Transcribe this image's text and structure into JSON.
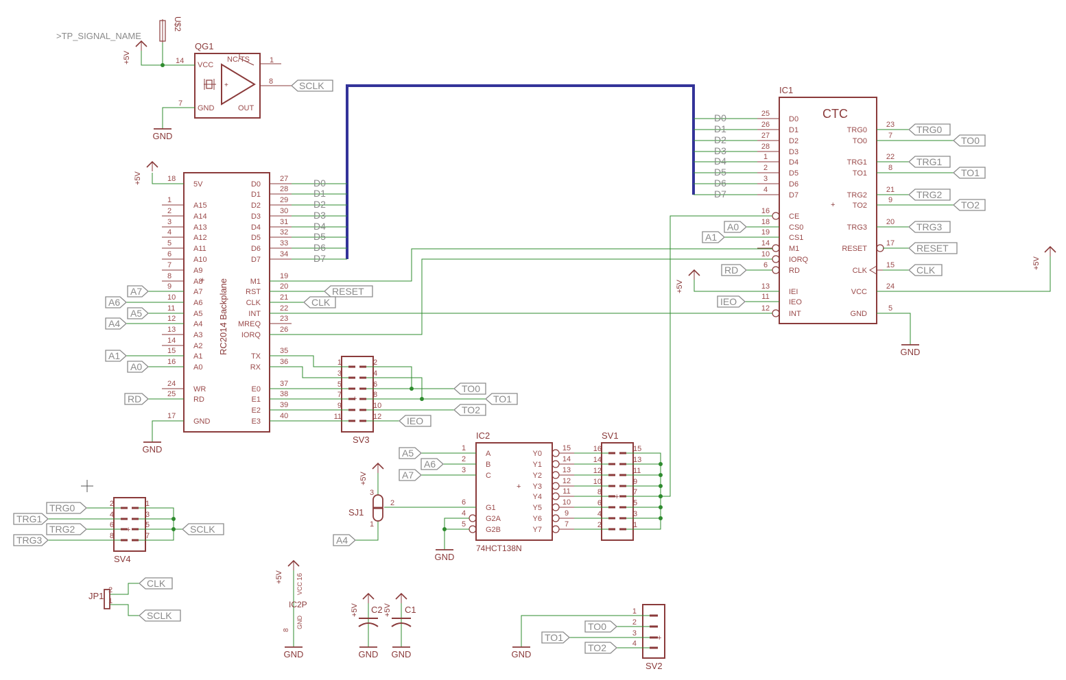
{
  "labels": {
    "tp_signal": ">TP_SIGNAL_NAME",
    "us2": "U$2",
    "qg1": "QG1",
    "ic1": "IC1",
    "ic2": "IC2",
    "ic2p": "IC2P",
    "ctc": "CTC",
    "backplane": "RC2014 Backplane",
    "ic2_part": "74HCT138N",
    "sv1": "SV1",
    "sv2": "SV2",
    "sv3": "SV3",
    "sv4": "SV4",
    "sj1": "SJ1",
    "jp1": "JP1",
    "c1": "C1",
    "c2": "C2",
    "plus5v": "+5V",
    "gnd": "GND",
    "vcc": "VCC"
  },
  "qg1_pins": {
    "vcc": "VCC",
    "gnd": "GND",
    "out": "OUT",
    "ncts": "NC/TS",
    "n14": "14",
    "n7": "7",
    "n8": "8",
    "n1": "1"
  },
  "backplane_left": [
    {
      "n": "18",
      "l": "5V"
    },
    {
      "n": "1",
      "l": "A15"
    },
    {
      "n": "2",
      "l": "A14"
    },
    {
      "n": "3",
      "l": "A13"
    },
    {
      "n": "4",
      "l": "A12"
    },
    {
      "n": "5",
      "l": "A11"
    },
    {
      "n": "6",
      "l": "A10"
    },
    {
      "n": "7",
      "l": "A9"
    },
    {
      "n": "8",
      "l": "A8"
    },
    {
      "n": "9",
      "l": "A7"
    },
    {
      "n": "10",
      "l": "A6"
    },
    {
      "n": "11",
      "l": "A5"
    },
    {
      "n": "12",
      "l": "A4"
    },
    {
      "n": "13",
      "l": "A3"
    },
    {
      "n": "14",
      "l": "A2"
    },
    {
      "n": "15",
      "l": "A1"
    },
    {
      "n": "16",
      "l": "A0"
    },
    {
      "n": "24",
      "l": "WR"
    },
    {
      "n": "25",
      "l": "RD"
    },
    {
      "n": "17",
      "l": "GND"
    }
  ],
  "backplane_right": [
    {
      "n": "27",
      "l": "D0"
    },
    {
      "n": "28",
      "l": "D1"
    },
    {
      "n": "29",
      "l": "D2"
    },
    {
      "n": "30",
      "l": "D3"
    },
    {
      "n": "31",
      "l": "D4"
    },
    {
      "n": "32",
      "l": "D5"
    },
    {
      "n": "33",
      "l": "D6"
    },
    {
      "n": "34",
      "l": "D7"
    },
    {
      "n": "19",
      "l": "M1"
    },
    {
      "n": "20",
      "l": "RST"
    },
    {
      "n": "21",
      "l": "CLK"
    },
    {
      "n": "22",
      "l": "INT"
    },
    {
      "n": "23",
      "l": "MREQ"
    },
    {
      "n": "26",
      "l": "IORQ"
    },
    {
      "n": "35",
      "l": "TX"
    },
    {
      "n": "36",
      "l": "RX"
    },
    {
      "n": "37",
      "l": "E0"
    },
    {
      "n": "38",
      "l": "E1"
    },
    {
      "n": "39",
      "l": "E2"
    },
    {
      "n": "40",
      "l": "E3"
    }
  ],
  "ctc_left": [
    {
      "n": "25",
      "l": "D0"
    },
    {
      "n": "26",
      "l": "D1"
    },
    {
      "n": "27",
      "l": "D2"
    },
    {
      "n": "28",
      "l": "D3"
    },
    {
      "n": "1",
      "l": "D4"
    },
    {
      "n": "2",
      "l": "D5"
    },
    {
      "n": "3",
      "l": "D6"
    },
    {
      "n": "4",
      "l": "D7"
    },
    {
      "n": "16",
      "l": "CE"
    },
    {
      "n": "18",
      "l": "CS0"
    },
    {
      "n": "19",
      "l": "CS1"
    },
    {
      "n": "14",
      "l": "M1"
    },
    {
      "n": "10",
      "l": "IORQ"
    },
    {
      "n": "6",
      "l": "RD"
    },
    {
      "n": "13",
      "l": "IEI"
    },
    {
      "n": "11",
      "l": "IEO"
    },
    {
      "n": "12",
      "l": "INT"
    }
  ],
  "ctc_right": [
    {
      "n": "23",
      "l": "TRG0"
    },
    {
      "n": "7",
      "l": "TO0"
    },
    {
      "n": "22",
      "l": "TRG1"
    },
    {
      "n": "8",
      "l": "TO1"
    },
    {
      "n": "21",
      "l": "TRG2"
    },
    {
      "n": "9",
      "l": "TO2"
    },
    {
      "n": "20",
      "l": "TRG3"
    },
    {
      "n": "17",
      "l": "RESET"
    },
    {
      "n": "15",
      "l": "CLK"
    },
    {
      "n": "24",
      "l": "VCC"
    },
    {
      "n": "5",
      "l": "GND"
    }
  ],
  "ic2_left": [
    {
      "n": "1",
      "l": "A"
    },
    {
      "n": "2",
      "l": "B"
    },
    {
      "n": "3",
      "l": "C"
    },
    {
      "n": "6",
      "l": "G1"
    },
    {
      "n": "4",
      "l": "G2A"
    },
    {
      "n": "5",
      "l": "G2B"
    }
  ],
  "ic2_right": [
    {
      "n": "15",
      "l": "Y0"
    },
    {
      "n": "14",
      "l": "Y1"
    },
    {
      "n": "13",
      "l": "Y2"
    },
    {
      "n": "12",
      "l": "Y3"
    },
    {
      "n": "11",
      "l": "Y4"
    },
    {
      "n": "10",
      "l": "Y5"
    },
    {
      "n": "9",
      "l": "Y6"
    },
    {
      "n": "7",
      "l": "Y7"
    }
  ],
  "sv1_left": [
    "16",
    "14",
    "12",
    "10",
    "8",
    "6",
    "4",
    "2"
  ],
  "sv1_right": [
    "15",
    "13",
    "11",
    "9",
    "7",
    "5",
    "3",
    "1"
  ],
  "sv3_left": [
    "1",
    "3",
    "5",
    "7",
    "9",
    "11"
  ],
  "sv3_right": [
    "2",
    "4",
    "6",
    "8",
    "10",
    "12"
  ],
  "sv4_left": [
    "2",
    "4",
    "6",
    "8"
  ],
  "sv4_right": [
    "1",
    "3",
    "5",
    "7"
  ],
  "sv2_pins": [
    "1",
    "2",
    "3",
    "4"
  ],
  "bus_labels": [
    "D0",
    "D1",
    "D2",
    "D3",
    "D4",
    "D5",
    "D6",
    "D7"
  ],
  "net_flags": {
    "sclk": "SCLK",
    "trg0": "TRG0",
    "trg1": "TRG1",
    "trg2": "TRG2",
    "trg3": "TRG3",
    "to0": "TO0",
    "to1": "TO1",
    "to2": "TO2",
    "reset": "RESET",
    "clk": "CLK",
    "a0": "A0",
    "a1": "A1",
    "a4": "A4",
    "a5": "A5",
    "a6": "A6",
    "a7": "A7",
    "rd": "RD",
    "ieo": "IEO"
  },
  "misc_pins": {
    "sj_3": "3",
    "sj_2": "2",
    "sj_1": "1",
    "jp_2": "2",
    "jp_1": "1",
    "ic2p_16": "16",
    "ic2p_8": "8"
  },
  "colors": {
    "symbol": "#8a3a3a",
    "net": "#2e8b2e",
    "bus": "#333399",
    "flag": "#8a8a8a"
  }
}
